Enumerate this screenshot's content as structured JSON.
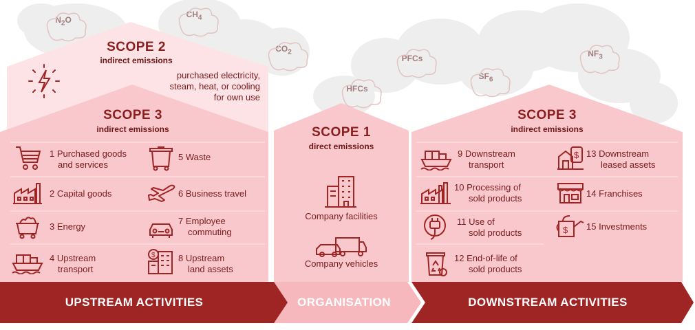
{
  "colors": {
    "band_dark": "#9f2424",
    "band_light": "#f6b7bd",
    "house_mid": "#f8c8cc",
    "house_light": "#fde3e5",
    "cloud": "#eeeeee",
    "text": "#8c1d1d"
  },
  "gases": [
    {
      "name": "N2O",
      "base": "N",
      "sub": "2",
      "tail": "O"
    },
    {
      "name": "CH4",
      "base": "CH",
      "sub": "4",
      "tail": ""
    },
    {
      "name": "CO2",
      "base": "CO",
      "sub": "2",
      "tail": ""
    },
    {
      "name": "HFCs",
      "base": "HFCs",
      "sub": "",
      "tail": ""
    },
    {
      "name": "PFCs",
      "base": "PFCs",
      "sub": "",
      "tail": ""
    },
    {
      "name": "SF6",
      "base": "SF",
      "sub": "6",
      "tail": ""
    },
    {
      "name": "NF3",
      "base": "NF",
      "sub": "3",
      "tail": ""
    }
  ],
  "scope2": {
    "title": "SCOPE 2",
    "subtitle": "indirect emissions",
    "description": [
      "purchased electricity,",
      "steam, heat, or cooling",
      "for own use"
    ],
    "icon": "lightning-icon"
  },
  "scope3_upstream": {
    "title": "SCOPE 3",
    "subtitle": "indirect emissions",
    "items": [
      {
        "num": "1",
        "lines": [
          "Purchased goods",
          "and services"
        ],
        "icon": "shopping-cart-icon"
      },
      {
        "num": "2",
        "lines": [
          "Capital goods"
        ],
        "icon": "factory-icon"
      },
      {
        "num": "3",
        "lines": [
          "Energy"
        ],
        "icon": "coal-cart-icon"
      },
      {
        "num": "4",
        "lines": [
          "Upstream",
          "transport"
        ],
        "icon": "cargo-ship-icon"
      },
      {
        "num": "5",
        "lines": [
          "Waste"
        ],
        "icon": "dumpster-icon"
      },
      {
        "num": "6",
        "lines": [
          "Business travel"
        ],
        "icon": "airplane-icon"
      },
      {
        "num": "7",
        "lines": [
          "Employee",
          "commuting"
        ],
        "icon": "car-icon"
      },
      {
        "num": "8",
        "lines": [
          "Upstream",
          "land assets"
        ],
        "icon": "building-dollar-icon"
      }
    ]
  },
  "scope1": {
    "title": "SCOPE 1",
    "subtitle": "direct emissions",
    "items": [
      {
        "label": "Company facilities",
        "icon": "office-building-icon"
      },
      {
        "label": "Company vehicles",
        "icon": "car-truck-icon"
      }
    ]
  },
  "scope3_downstream": {
    "title": "SCOPE 3",
    "subtitle": "indirect emissions",
    "items": [
      {
        "num": "9",
        "lines": [
          "Downstream",
          "transport"
        ],
        "icon": "cargo-ship-icon"
      },
      {
        "num": "10",
        "lines": [
          "Processing of",
          "sold products"
        ],
        "icon": "factory-icon"
      },
      {
        "num": "11",
        "lines": [
          "Use of",
          "sold products"
        ],
        "icon": "plug-icon"
      },
      {
        "num": "12",
        "lines": [
          "End-of-life of",
          "sold products"
        ],
        "icon": "recycle-bin-icon"
      },
      {
        "num": "13",
        "lines": [
          "Downstream",
          "leased assets"
        ],
        "icon": "money-house-icon"
      },
      {
        "num": "14",
        "lines": [
          "Franchises"
        ],
        "icon": "storefront-icon"
      },
      {
        "num": "15",
        "lines": [
          "Investments"
        ],
        "icon": "watering-can-dollar-icon"
      }
    ]
  },
  "bands": {
    "upstream": "UPSTREAM ACTIVITIES",
    "organisation": "ORGANISATION",
    "downstream": "DOWNSTREAM ACTIVITIES"
  }
}
